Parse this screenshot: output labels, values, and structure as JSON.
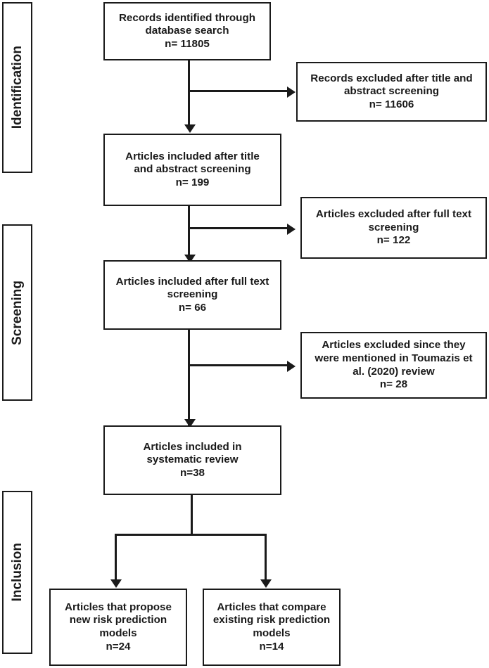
{
  "diagram": {
    "type": "prisma-flow-diagram",
    "title": "PRISMA study selection flow diagram",
    "background_color": "#ffffff",
    "line_color": "#1a1a1a",
    "text_color": "#1a1a1a"
  },
  "stages": [
    {
      "id": "identification",
      "label": "Identification"
    },
    {
      "id": "screening",
      "label": "Screening"
    },
    {
      "id": "inclusion",
      "label": "Inclusion"
    }
  ],
  "nodes": [
    {
      "id": "records-identified",
      "text": "Records identified through\ndatabase search\nn= 11805",
      "count": 11805,
      "stage": "identification",
      "column": "main"
    },
    {
      "id": "records-excluded-title-abstract",
      "text": "Records excluded after title and\nabstract screening\nn= 11606",
      "count": 11606,
      "stage": "identification",
      "column": "side"
    },
    {
      "id": "articles-included-title-abstract",
      "text": "Articles included after title\nand abstract screening\nn= 199",
      "count": 199,
      "stage": "identification",
      "column": "main"
    },
    {
      "id": "articles-excluded-fulltext",
      "text": "Articles excluded after full text\nscreening\nn= 122",
      "count": 122,
      "stage": "screening",
      "column": "side"
    },
    {
      "id": "articles-included-fulltext",
      "text": "Articles included after full text\nscreening\nn= 66",
      "count": 66,
      "stage": "screening",
      "column": "main"
    },
    {
      "id": "articles-excluded-toumazis",
      "text": "Articles excluded since they\nwere mentioned in Toumazis et\nal. (2020) review\nn= 28",
      "count": 28,
      "stage": "screening",
      "column": "side"
    },
    {
      "id": "articles-included-systematic-review",
      "text": "Articles included in\nsystematic review\nn=38",
      "count": 38,
      "stage": "inclusion",
      "column": "main"
    },
    {
      "id": "articles-propose-new-models",
      "text": "Articles that propose\nnew risk prediction\nmodels\nn=24",
      "count": 24,
      "stage": "inclusion",
      "column": "bottom-left"
    },
    {
      "id": "articles-compare-existing-models",
      "text": "Articles that compare\nexisting risk prediction\nmodels\nn=14",
      "count": 14,
      "stage": "inclusion",
      "column": "bottom-right"
    }
  ]
}
